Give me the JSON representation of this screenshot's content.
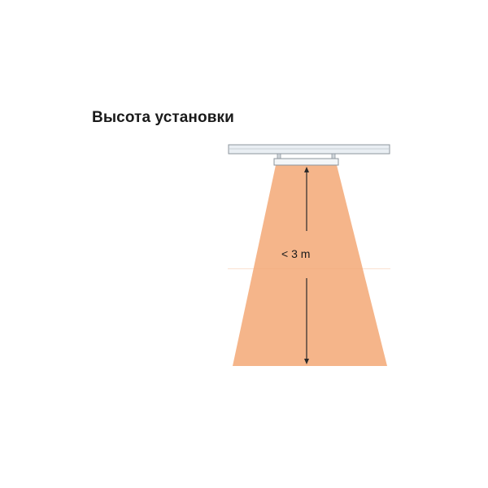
{
  "title": "Высота установки",
  "diagram": {
    "height_label": "< 3 m",
    "colors": {
      "beam": "#f5b58a",
      "rail": "#e9eef3",
      "rail_border": "#8d959d",
      "arrow": "#2a2a2a",
      "label_bg": "#f8c7a4"
    },
    "icons": {
      "ceiling": "ceiling-rail",
      "heater": "heater-unit",
      "beam": "heat-beam",
      "arrow": "double-arrow"
    }
  }
}
